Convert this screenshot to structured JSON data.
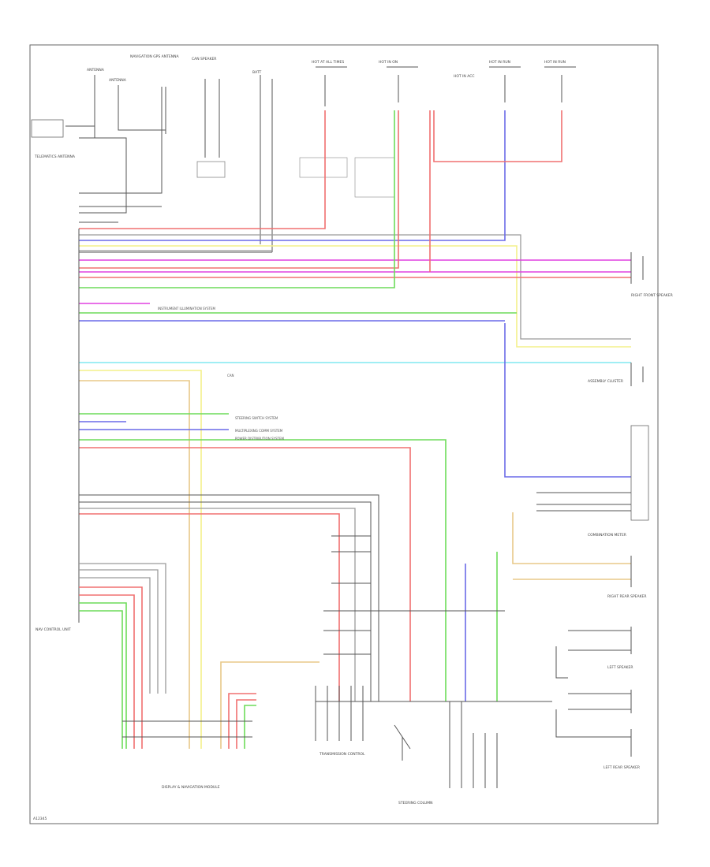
{
  "wire_colors": {
    "red": "#f07070",
    "green": "#6ddc5a",
    "blue": "#6a6ae8",
    "yellow": "#f3f08a",
    "magenta": "#e040e0",
    "cyan": "#80e8f0",
    "gray": "#9a9a9a",
    "black": "#555555",
    "tan": "#e8c888"
  },
  "labels": {
    "top_1": "ANTENNA",
    "top_2": "ANTENNA",
    "top_3": "NAVIGATION GPS ANTENNA",
    "top_4": "CAN SPEAKER",
    "top_5": "BATT",
    "top_6": "HOT AT ALL TIMES",
    "top_7": "HOT IN ON",
    "top_8": "HOT IN ACC",
    "top_9": "HOT IN RUN",
    "top_10": "HOT IN RUN",
    "left_unit": "TELEMATICS ANTENNA",
    "rear_speaker": "RIGHT FRONT SPEAKER",
    "illum": "INSTRUMENT ILLUMINATION SYSTEM",
    "can": "CAN",
    "comm_1": "STEERING SWITCH SYSTEM",
    "comm_2": "MULTIPLEXING COMM SYSTEM",
    "comm_3": "POWER DISTRIBUTION SYSTEM",
    "right_1": "ASSEMBLY CLUSTER",
    "right_2": "COMBINATION METER",
    "right_3": "RIGHT REAR SPEAKER",
    "right_4": "LEFT SPEAKER",
    "right_5": "LEFT REAR SPEAKER",
    "left_box": "NAV CONTROL UNIT",
    "bottom_1": "DISPLAY & NAVIGATION MODULE",
    "bottom_2": "TRANSMISSION CONTROL",
    "bottom_3": "STEERING COLUMN",
    "footer_code": "A12345"
  }
}
